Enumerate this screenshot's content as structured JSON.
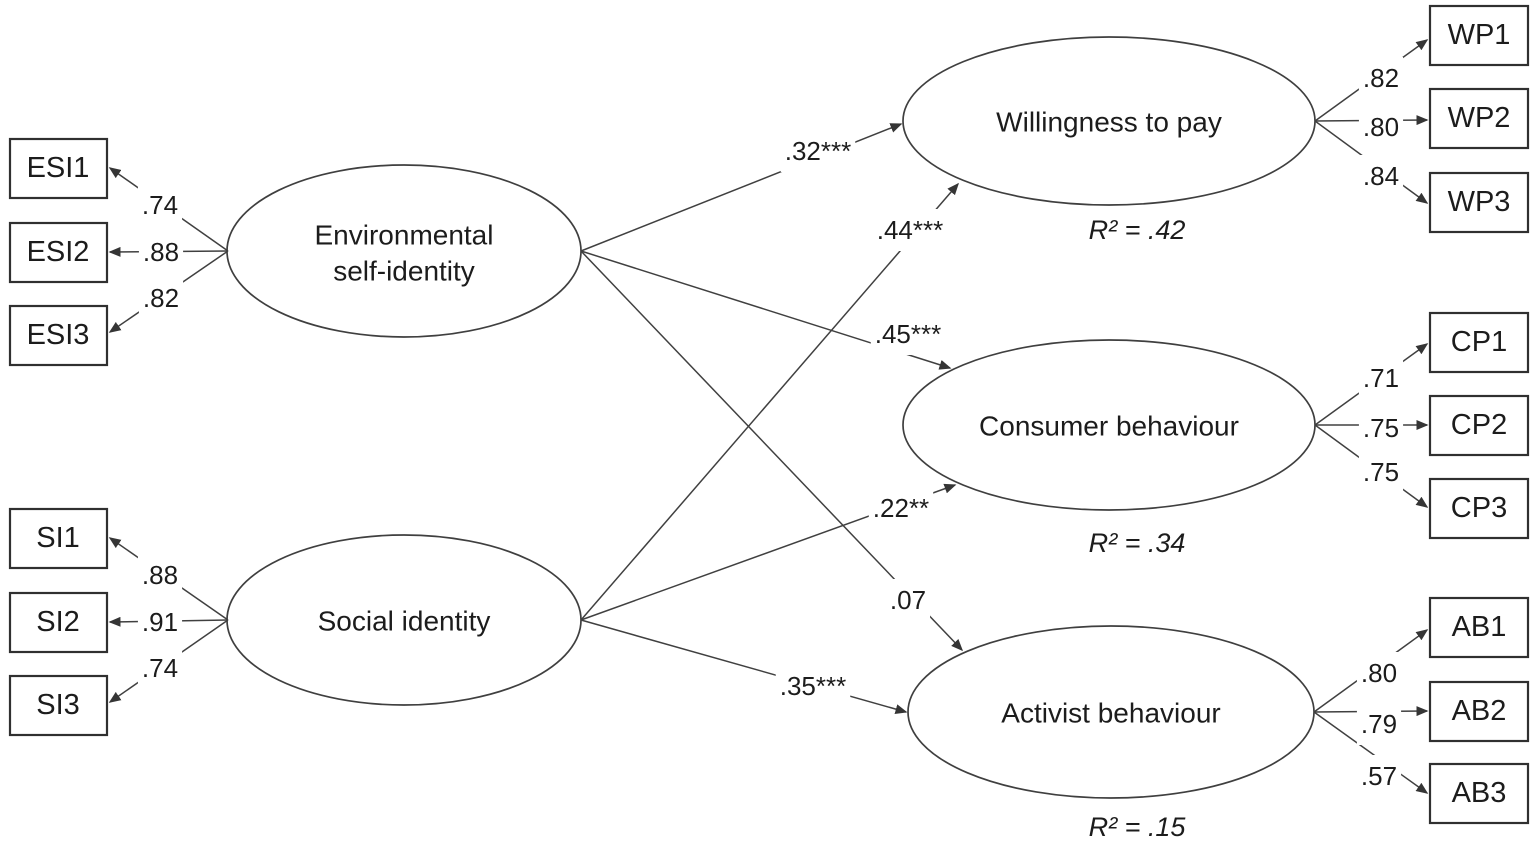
{
  "diagram_type": "structural-equation-model",
  "colors": {
    "background": "#ffffff",
    "line": "#404040",
    "box_border": "#303030",
    "text": "#1c1c1c"
  },
  "exogenous": [
    {
      "name": "Environmental self-identity",
      "label_lines": [
        "Environmental",
        "self-identity"
      ],
      "indicators": [
        {
          "label": "ESI1",
          "loading": ".74"
        },
        {
          "label": "ESI2",
          "loading": ".88"
        },
        {
          "label": "ESI3",
          "loading": ".82"
        }
      ]
    },
    {
      "name": "Social identity",
      "label_lines": [
        "Social identity"
      ],
      "indicators": [
        {
          "label": "SI1",
          "loading": ".88"
        },
        {
          "label": "SI2",
          "loading": ".91"
        },
        {
          "label": "SI3",
          "loading": ".74"
        }
      ]
    }
  ],
  "endogenous": [
    {
      "name": "Willingness to pay",
      "r_squared": "R² = .42",
      "indicators": [
        {
          "label": "WP1",
          "loading": ".82"
        },
        {
          "label": "WP2",
          "loading": ".80"
        },
        {
          "label": "WP3",
          "loading": ".84"
        }
      ]
    },
    {
      "name": "Consumer behaviour",
      "r_squared": "R² = .34",
      "indicators": [
        {
          "label": "CP1",
          "loading": ".71"
        },
        {
          "label": "CP2",
          "loading": ".75"
        },
        {
          "label": "CP3",
          "loading": ".75"
        }
      ]
    },
    {
      "name": "Activist behaviour",
      "r_squared": "R² = .15",
      "indicators": [
        {
          "label": "AB1",
          "loading": ".80"
        },
        {
          "label": "AB2",
          "loading": ".79"
        },
        {
          "label": "AB3",
          "loading": ".57"
        }
      ]
    }
  ],
  "paths": [
    {
      "from": "Environmental self-identity",
      "to": "Willingness to pay",
      "coefficient": ".32***"
    },
    {
      "from": "Environmental self-identity",
      "to": "Consumer behaviour",
      "coefficient": ".45***"
    },
    {
      "from": "Environmental self-identity",
      "to": "Activist behaviour",
      "coefficient": ".07"
    },
    {
      "from": "Social identity",
      "to": "Willingness to pay",
      "coefficient": ".44***"
    },
    {
      "from": "Social identity",
      "to": "Consumer behaviour",
      "coefficient": ".22**"
    },
    {
      "from": "Social identity",
      "to": "Activist behaviour",
      "coefficient": ".35***"
    }
  ]
}
